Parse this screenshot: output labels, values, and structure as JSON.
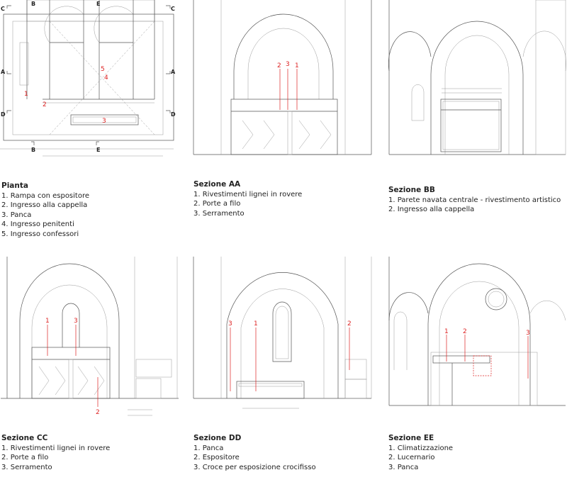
{
  "panels": [
    {
      "id": "pianta",
      "title": "Pianta",
      "items": [
        "1. Rampa con espositore",
        "2. Ingresso alla cappella",
        "3. Panca",
        "4. Ingresso penitenti",
        "5. Ingresso confessori"
      ],
      "markers": [
        "1",
        "2",
        "3",
        "4",
        "5"
      ],
      "section_marks": [
        "A",
        "A",
        "B",
        "B",
        "C",
        "C",
        "D",
        "D",
        "E",
        "E"
      ]
    },
    {
      "id": "sezione-aa",
      "title": "Sezione AA",
      "items": [
        "1. Rivestimenti lignei in rovere",
        "2. Porte a filo",
        "3. Serramento"
      ],
      "markers": [
        "2",
        "3",
        "1"
      ]
    },
    {
      "id": "sezione-bb",
      "title": "Sezione BB",
      "items": [
        "1. Parete navata centrale - rivestimento artistico",
        "2. Ingresso alla cappella"
      ],
      "markers": []
    },
    {
      "id": "sezione-cc",
      "title": "Sezione CC",
      "items": [
        "1. Rivestimenti lignei in rovere",
        "2. Porte a filo",
        "3. Serramento"
      ],
      "markers": [
        "1",
        "3",
        "2"
      ]
    },
    {
      "id": "sezione-dd",
      "title": "Sezione DD",
      "items": [
        "1. Panca",
        "2. Espositore",
        "3. Croce per esposizione crocifisso"
      ],
      "markers": [
        "3",
        "1",
        "2"
      ]
    },
    {
      "id": "sezione-ee",
      "title": "Sezione EE",
      "items": [
        "1. Climatizzazione",
        "2. Lucernario",
        "3. Panca"
      ],
      "markers": [
        "1",
        "2",
        "3"
      ]
    }
  ],
  "colors": {
    "marker": "#dd2222",
    "line": "#555555"
  }
}
